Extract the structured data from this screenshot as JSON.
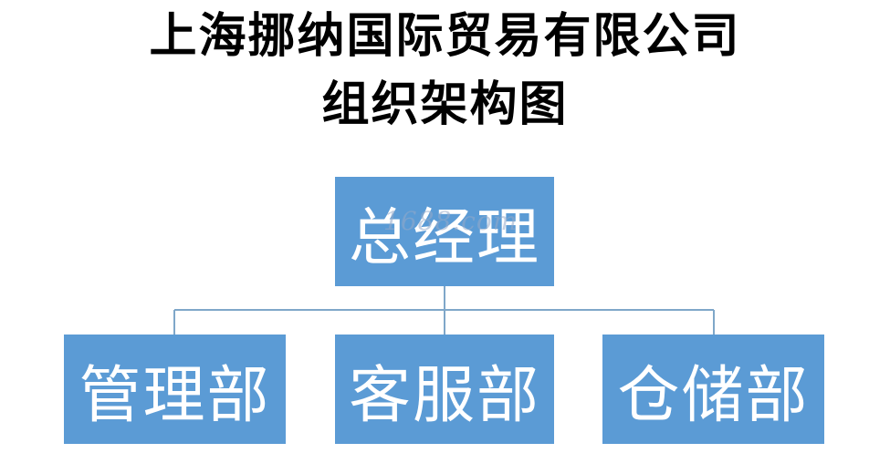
{
  "title": {
    "line1": "上海挪纳国际贸易有限公司",
    "line2": "组织架构图"
  },
  "org": {
    "root": "总经理",
    "children": [
      "管理部",
      "客服部",
      "仓储部"
    ]
  },
  "watermark": "1688.com",
  "colors": {
    "box_fill": "#5b9bd5",
    "box_text": "#ffffff",
    "connector": "#7fa7c9"
  }
}
